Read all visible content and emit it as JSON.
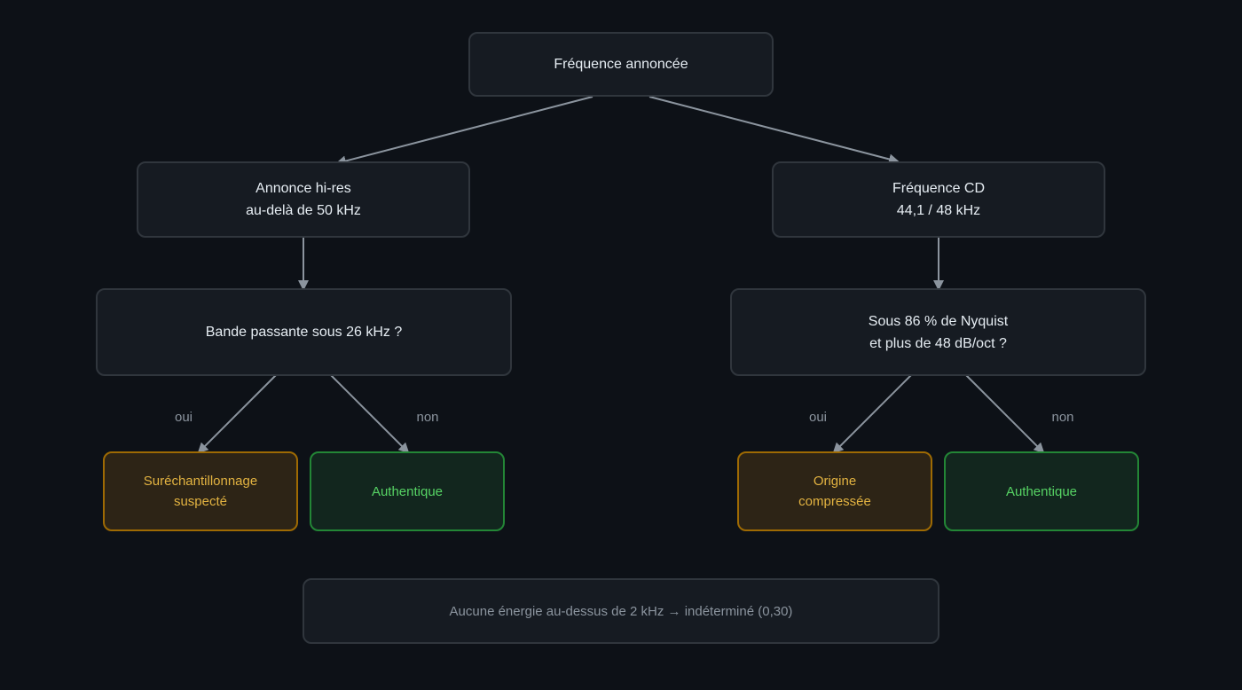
{
  "colors": {
    "background": "#0d1117",
    "node_fill": "#161b22",
    "node_border": "#30363d",
    "edge": "#8b949e",
    "warning": "#e3b341",
    "authentic": "#56d364"
  },
  "nodes": {
    "root": "Fréquence annoncée",
    "hires": "Annonce hi-res\nau-delà de 50 kHz",
    "cd": "Fréquence CD\n44,1 / 48 kHz",
    "hires_question": "Bande passante sous 26 kHz ?",
    "cd_question": "Sous 86 % de Nyquist\net plus de 48 dB/oct ?",
    "upsampling": "Suréchantillonnage\nsuspecté",
    "hires_authentic": "Authentique",
    "compressed": "Origine\ncompressée",
    "cd_authentic": "Authentique"
  },
  "edge_labels": {
    "hires_yes": "oui",
    "hires_no": "non",
    "cd_yes": "oui",
    "cd_no": "non"
  },
  "note": "Aucune énergie au-dessus de 2 kHz → indéterminé (0,30)"
}
